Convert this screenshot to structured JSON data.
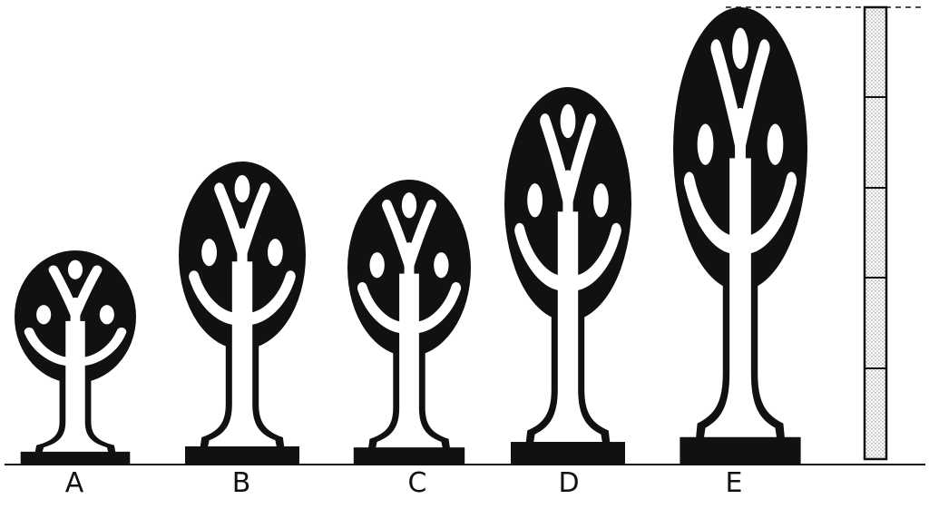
{
  "trees": [
    {
      "label": "A"
    },
    {
      "label": "B"
    },
    {
      "label": "C"
    },
    {
      "label": "D"
    },
    {
      "label": "E"
    }
  ],
  "colors": {
    "ink": "#111111",
    "paper": "#ffffff",
    "ruler_fill": "#d9d9d9"
  }
}
